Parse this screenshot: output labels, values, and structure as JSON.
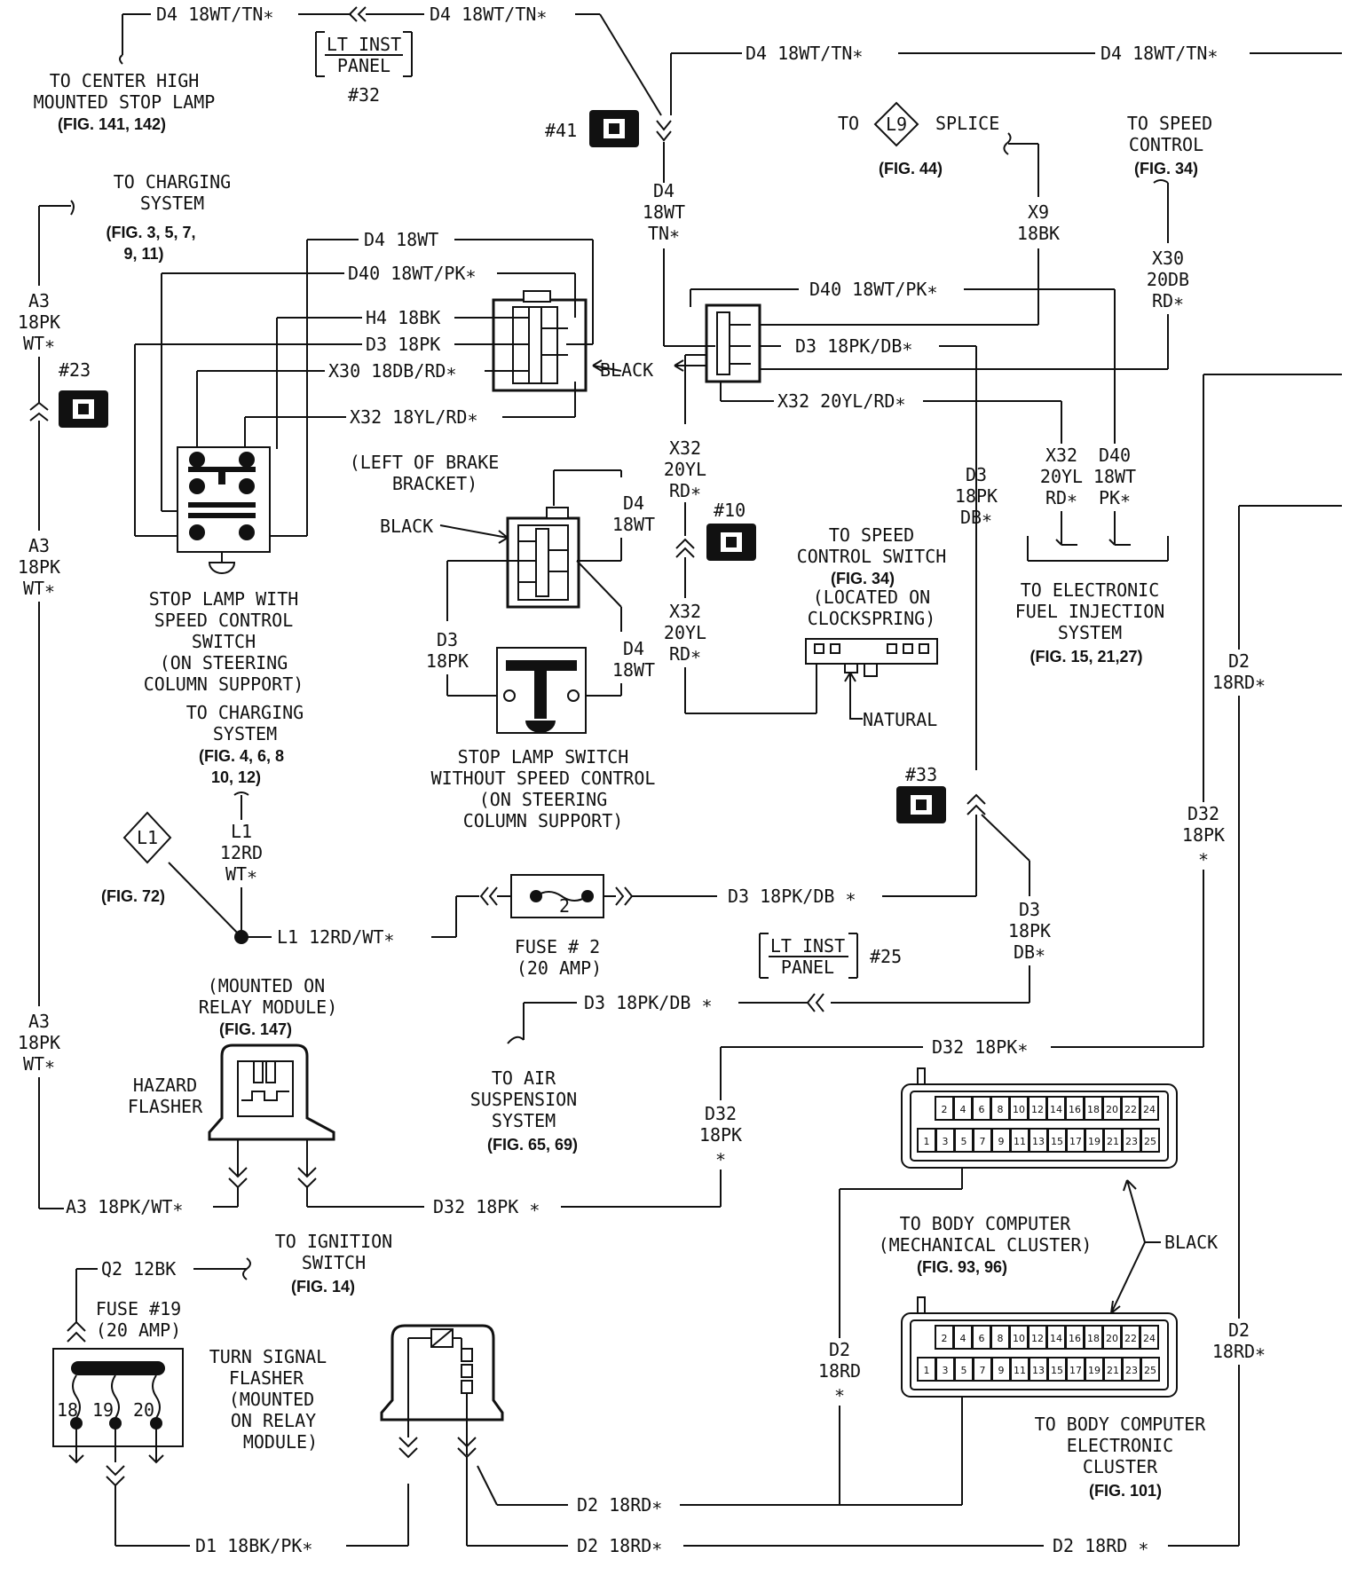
{
  "wires": {
    "d4_top_left": "D4 18WT/TN∗",
    "d4_top_mid": "D4 18WT/TN∗",
    "d4_top_right_a": "D4 18WT/TN∗",
    "d4_top_right_b": "D4 18WT/TN∗",
    "d4_vert": [
      "D4",
      "18WT",
      "TN∗"
    ],
    "x9": [
      "X9",
      "18BK"
    ],
    "x30_vert": [
      "X30",
      "20DB",
      "RD∗"
    ],
    "a3_upper": [
      "A3",
      "18PK",
      "WT∗"
    ],
    "a3_mid": [
      "A3",
      "18PK",
      "WT∗"
    ],
    "a3_lower": [
      "A3",
      "18PK",
      "WT∗"
    ],
    "sw_d4": "D4 18WT",
    "sw_d40": "D40 18WT/PK∗",
    "sw_h4": "H4 18BK",
    "sw_d3": "D3 18PK",
    "sw_x30": "X30 18DB/RD∗",
    "sw_x32": "X32 18YL/RD∗",
    "r_d40": "D40 18WT/PK∗",
    "r_d3": "D3 18PK/DB∗",
    "r_x32": "X32 20YL/RD∗",
    "x32_upper": [
      "X32",
      "20YL",
      "RD∗"
    ],
    "x32_lower": [
      "X32",
      "20YL",
      "RD∗"
    ],
    "d3_vert": [
      "D3",
      "18PK",
      "DB∗"
    ],
    "efi_x32": [
      "X32",
      "20YL",
      "RD∗"
    ],
    "efi_d40": [
      "D40",
      "18WT",
      "PK∗"
    ],
    "d2_right_upper": [
      "D2",
      "18RD∗"
    ],
    "d32_right": [
      "D32",
      "18PK",
      "∗"
    ],
    "sw2_d4_a": [
      "D4",
      "18WT"
    ],
    "sw2_d4_b": [
      "D4",
      "18WT"
    ],
    "sw2_d3": [
      "D3",
      "18PK"
    ],
    "l1_vert": [
      "L1",
      "12RD",
      "WT∗"
    ],
    "l1_horiz": "L1 12RD/WT∗",
    "fuse2_out": "D3 18PK/DB ∗",
    "d3_right_vert": [
      "D3",
      "18PK",
      "DB∗"
    ],
    "d3_air": "D3 18PK/DB ∗",
    "d32_mid": "D32 18PK∗",
    "d32_vert": [
      "D32",
      "18PK",
      "∗"
    ],
    "a3_bottom": "A3 18PK/WT∗",
    "d32_bottom": "D32 18PK ∗",
    "q2": "Q2 12BK",
    "d2_mid_vert": [
      "D2",
      "18RD",
      "∗"
    ],
    "d2_right_lower": [
      "D2",
      "18RD∗"
    ],
    "d2_row1": "D2 18RD∗",
    "d1": "D1 18BK/PK∗",
    "d2_row2": "D2 18RD∗",
    "d2_row2_right": "D2 18RD ∗"
  },
  "connectors": {
    "c41": "#41",
    "c23": "#23",
    "c10": "#10",
    "c33": "#33",
    "c32": "#32",
    "c25": "#25",
    "lt_inst_panel_1": [
      "LT INST",
      "PANEL"
    ],
    "lt_inst_panel_2": [
      "LT INST",
      "PANEL"
    ],
    "black_1": "BLACK",
    "black_2": "BLACK",
    "black_3": "BLACK",
    "natural": "NATURAL"
  },
  "labels": {
    "center_stop_lamp": [
      "TO CENTER HIGH",
      "MOUNTED STOP LAMP"
    ],
    "center_stop_lamp_fig": "(FIG. 141, 142)",
    "splice_to": "TO",
    "splice_id": "L9",
    "splice_word": "SPLICE",
    "splice_fig": "(FIG. 44)",
    "speed_control": [
      "TO SPEED",
      "CONTROL"
    ],
    "speed_control_fig": "(FIG. 34)",
    "charging_1": [
      "TO CHARGING",
      "SYSTEM"
    ],
    "charging_1_fig": [
      "(FIG. 3, 5, 7,",
      "9, 11)"
    ],
    "stop_lamp_speed": [
      "STOP LAMP WITH",
      "SPEED CONTROL",
      "SWITCH",
      "(ON STEERING",
      "COLUMN SUPPORT)"
    ],
    "left_brake": [
      "(LEFT OF BRAKE",
      "BRACKET)"
    ],
    "stop_lamp_no_speed": [
      "STOP LAMP SWITCH",
      "WITHOUT SPEED CONTROL",
      "(ON STEERING",
      "COLUMN SUPPORT)"
    ],
    "speed_ctrl_switch": [
      "TO SPEED",
      "CONTROL SWITCH"
    ],
    "speed_ctrl_switch_fig": "(FIG. 34)",
    "speed_ctrl_switch_loc": [
      "(LOCATED ON",
      "CLOCKSPRING)"
    ],
    "efi": [
      "TO ELECTRONIC",
      "FUEL INJECTION",
      "SYSTEM"
    ],
    "efi_fig": "(FIG. 15, 21,27)",
    "charging_2": [
      "TO CHARGING",
      "SYSTEM"
    ],
    "charging_2_fig": [
      "(FIG. 4, 6, 8",
      "10, 12)"
    ],
    "l1_id": "L1",
    "l1_fig": "(FIG. 72)",
    "fuse2": [
      "FUSE # 2",
      "(20 AMP)"
    ],
    "fuse2_num": "2",
    "relay_module": [
      "(MOUNTED ON",
      "RELAY MODULE)"
    ],
    "relay_module_fig": "(FIG. 147)",
    "hazard": [
      "HAZARD",
      "FLASHER"
    ],
    "air_susp": [
      "TO AIR",
      "SUSPENSION",
      "SYSTEM"
    ],
    "air_susp_fig": "(FIG. 65, 69)",
    "ignition": [
      "TO IGNITION",
      "SWITCH"
    ],
    "ignition_fig": "(FIG. 14)",
    "fuse19": [
      "FUSE #19",
      "(20 AMP)"
    ],
    "fuse19_pins": [
      "18",
      "19",
      "20"
    ],
    "turn_signal": [
      "TURN SIGNAL",
      "FLASHER",
      "(MOUNTED",
      "ON RELAY",
      "MODULE)"
    ],
    "body_mech": [
      "TO BODY COMPUTER",
      "(MECHANICAL CLUSTER)"
    ],
    "body_mech_fig": "(FIG. 93, 96)",
    "body_elec": [
      "TO BODY COMPUTER",
      "ELECTRONIC",
      "CLUSTER"
    ],
    "body_elec_fig": "(FIG. 101)"
  },
  "body_connector_pins": {
    "top": [
      "2",
      "4",
      "6",
      "8",
      "10",
      "12",
      "14",
      "16",
      "18",
      "20",
      "22",
      "24"
    ],
    "bottom": [
      "1",
      "3",
      "5",
      "7",
      "9",
      "11",
      "13",
      "15",
      "17",
      "19",
      "21",
      "23",
      "25"
    ]
  }
}
